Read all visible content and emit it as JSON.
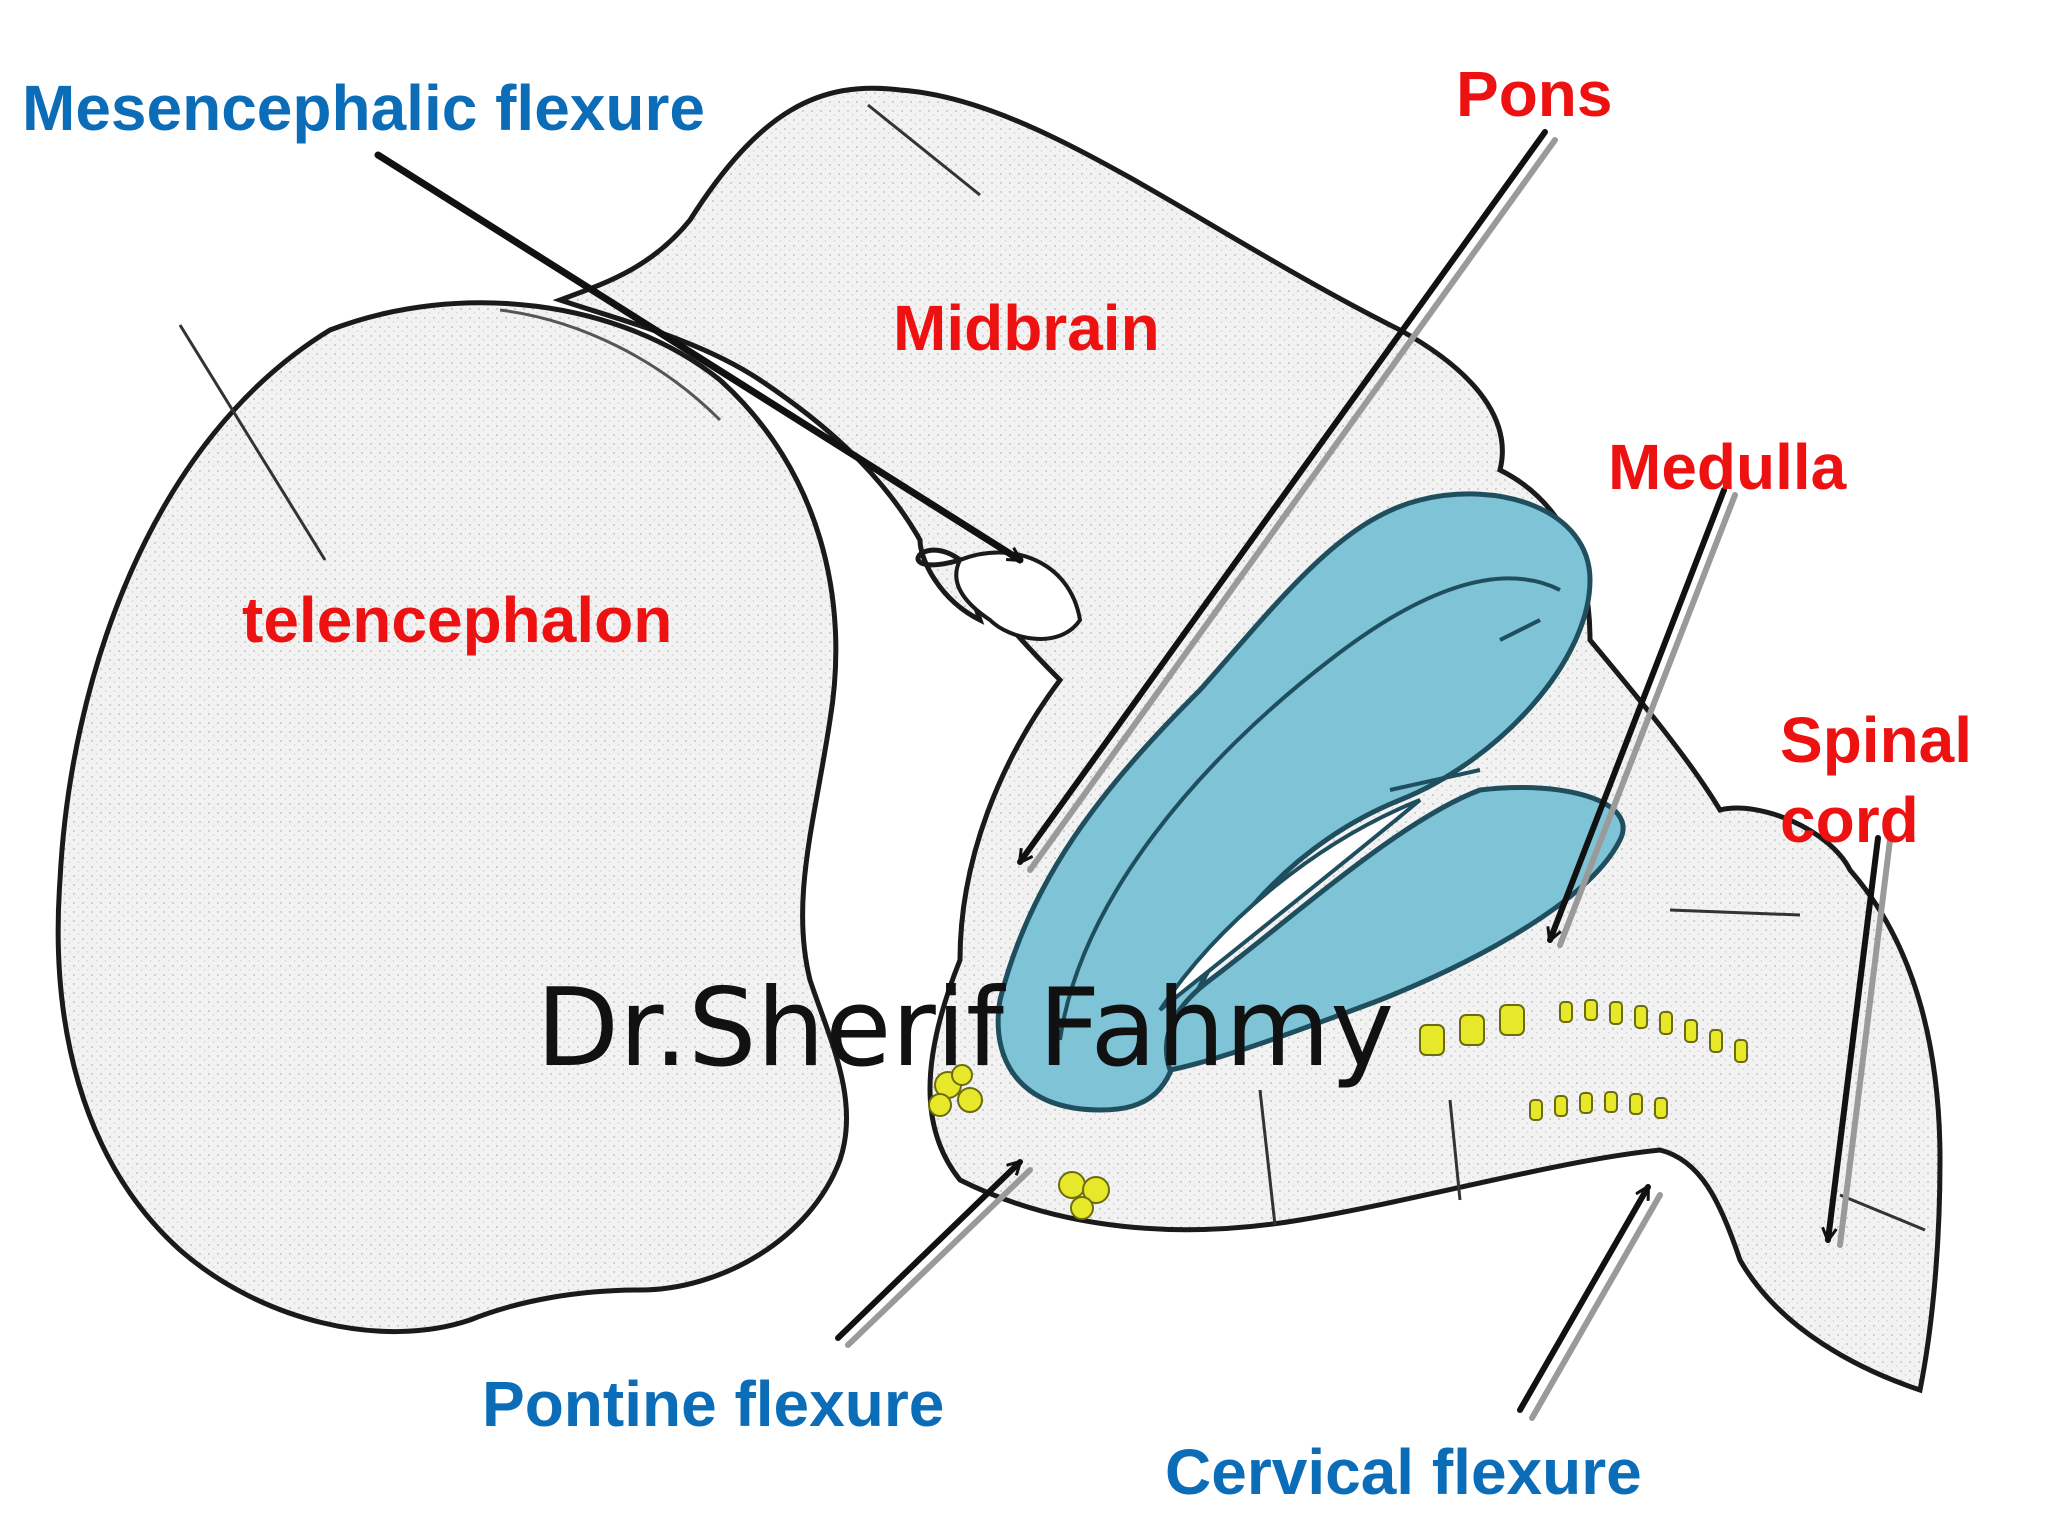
{
  "labels": {
    "mesencephalic_flexure": "Mesencephalic flexure",
    "pons": "Pons",
    "midbrain": "Midbrain",
    "medulla": "Medulla",
    "telencephalon": "telencephalon",
    "spinal_cord_line1": "Spinal",
    "spinal_cord_line2": "cord",
    "pontine_flexure": "Pontine flexure",
    "cervical_flexure": "Cervical flexure"
  },
  "watermark": "Dr.Sherif Fahmy",
  "colors": {
    "region_label": "#ee1111",
    "flexure_label": "#0b6cb8",
    "ventricle": "#7fc3d6",
    "ganglia": "#e8e82a",
    "outline": "#1a1a1a",
    "tissue": "#f1f1f1"
  }
}
